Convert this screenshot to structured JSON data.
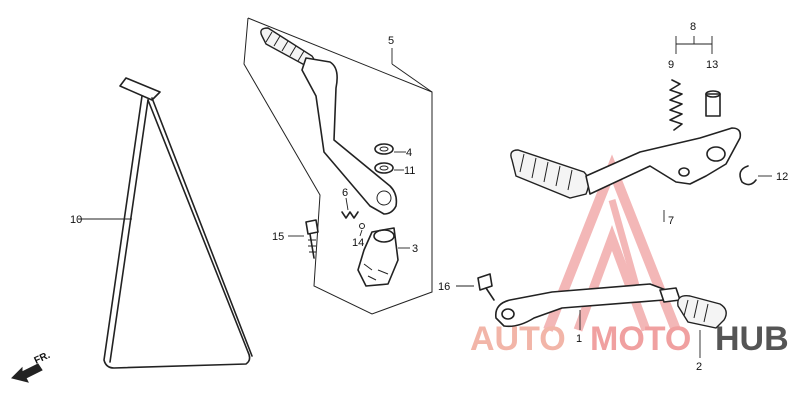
{
  "diagram": {
    "labels": {
      "l1": "1",
      "l2": "2",
      "l3": "3",
      "l4": "4",
      "l5": "5",
      "l6": "6",
      "l7": "7",
      "l8": "8",
      "l9": "9",
      "l10": "10",
      "l11": "11",
      "l12": "12",
      "l13": "13",
      "l14": "14",
      "l15": "15",
      "l16": "16"
    },
    "direction": "FR."
  },
  "watermark": {
    "part1": "AUTO",
    "part2": "MOTO",
    "part3": "HUB",
    "color_primary": "#f0a0a0",
    "color_dark": "#444444"
  }
}
